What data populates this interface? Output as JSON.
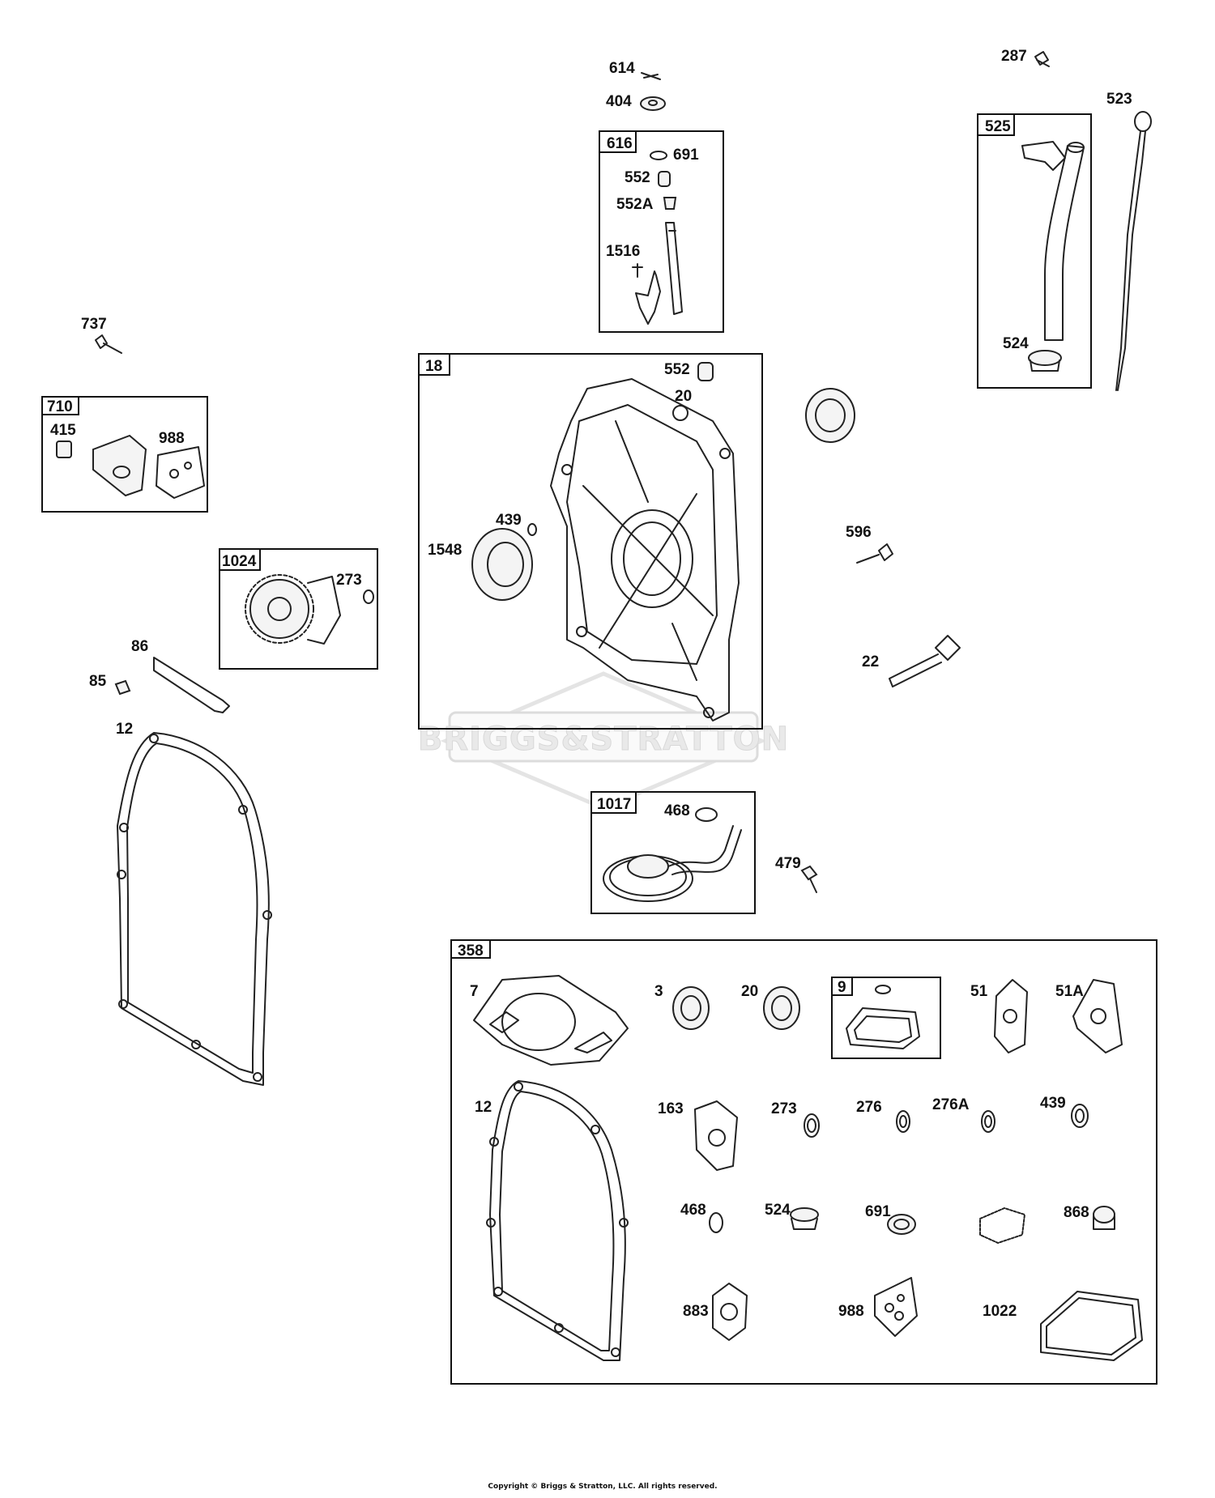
{
  "watermark": "BRIGGS&STRATTON",
  "copyright": "Copyright © Briggs & Stratton, LLC. All rights reserved.",
  "labels": {
    "l614": "614",
    "l404": "404",
    "l616": "616",
    "l691a": "691",
    "l552a": "552",
    "l552Aa": "552A",
    "l1516": "1516",
    "l287": "287",
    "l523": "523",
    "l525": "525",
    "l524a": "524",
    "l737": "737",
    "l710": "710",
    "l415": "415",
    "l988a": "988",
    "l18": "18",
    "l552b": "552",
    "l20a": "20",
    "l439a": "439",
    "l1548": "1548",
    "l596": "596",
    "l22": "22",
    "l1024": "1024",
    "l273a": "273",
    "l86": "86",
    "l85": "85",
    "l12a": "12",
    "l1017": "1017",
    "l468a": "468",
    "l479": "479",
    "l358": "358",
    "l7": "7",
    "l3": "3",
    "l20b": "20",
    "l9": "9",
    "l51": "51",
    "l51A": "51A",
    "l12b": "12",
    "l163": "163",
    "l273b": "273",
    "l276": "276",
    "l276A": "276A",
    "l439b": "439",
    "l468b": "468",
    "l524b": "524",
    "l691b": "691",
    "l868": "868",
    "l883": "883",
    "l988b": "988",
    "l1022": "1022"
  }
}
